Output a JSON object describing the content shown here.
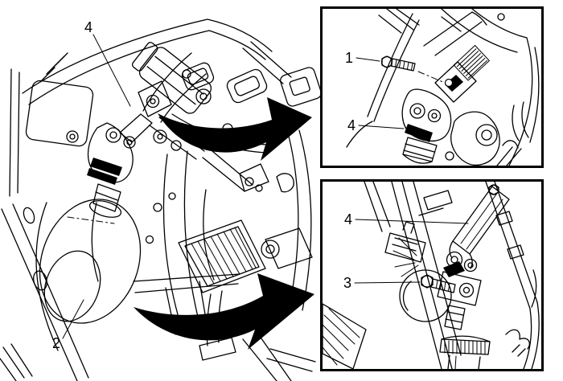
{
  "canvas": {
    "background": "#ffffff",
    "line_color": "#000000",
    "panel_border_color": "#000000",
    "arrow_color": "#000000"
  },
  "panels": {
    "main": {
      "name": "steering-column-installed-view",
      "callouts": [
        {
          "label": "4",
          "target": "intermediate-shaft-upper-joint"
        },
        {
          "label": "2",
          "target": "steering-column-boot"
        }
      ]
    },
    "detail_upper": {
      "name": "upper-joint-detail-view",
      "callouts": [
        {
          "label": "1",
          "target": "pinch-bolt"
        },
        {
          "label": "4",
          "target": "upper-universal-joint"
        }
      ]
    },
    "detail_lower": {
      "name": "lower-joint-detail-view",
      "callouts": [
        {
          "label": "4",
          "target": "intermediate-shaft"
        },
        {
          "label": "3",
          "target": "lower-clamp-bolt"
        }
      ]
    }
  },
  "arrows": [
    {
      "name": "detail-arrow-top",
      "direction": "up-right"
    },
    {
      "name": "detail-arrow-bottom",
      "direction": "up-right"
    }
  ]
}
